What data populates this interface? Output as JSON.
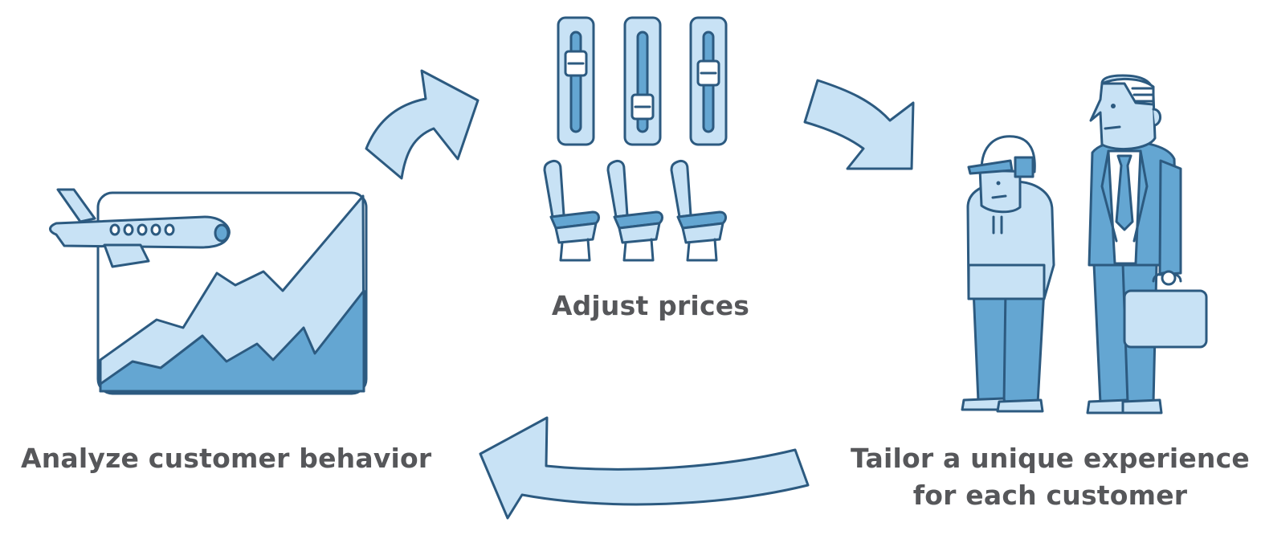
{
  "steps": {
    "analyze": "Analyze customer behavior",
    "adjust": "Adjust prices",
    "tailor_line1": "Tailor a unique experience",
    "tailor_line2": "for each customer"
  },
  "icons": [
    "airplane-icon",
    "growth-chart-icon",
    "price-slider-icon",
    "seat-icon",
    "casual-customer-icon",
    "business-customer-icon",
    "briefcase-icon",
    "cycle-arrow-icon"
  ],
  "colors": {
    "outline": "#2c5a80",
    "light_fill": "#c8e2f5",
    "mid_fill": "#64a6d2",
    "text": "#56575a"
  }
}
